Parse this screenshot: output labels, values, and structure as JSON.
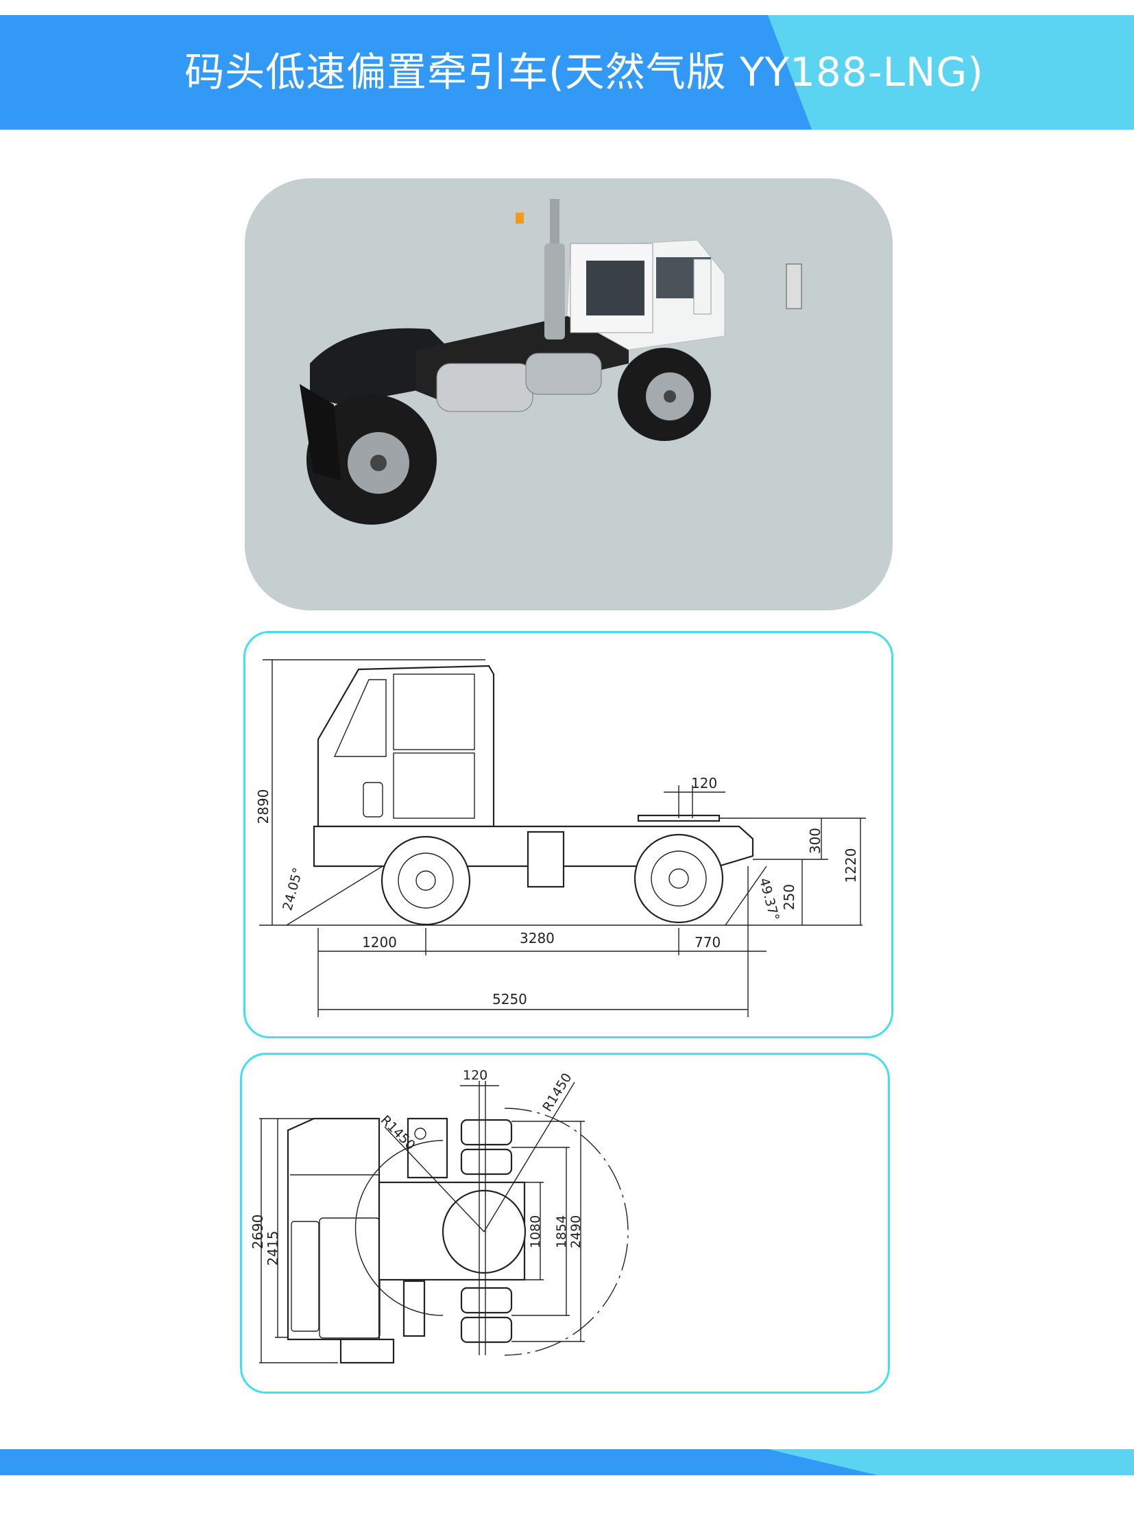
{
  "header": {
    "title": "码头低速偏置牵引车(天然气版 YY188-LNG)"
  },
  "colors": {
    "primary_blue": "#3399f7",
    "accent_cyan": "#5ad4f0",
    "panel_border": "#3fe0f2",
    "photo_bg": "#c5cfd0"
  },
  "side_view": {
    "height_total": "2890",
    "front_overhang": "1200",
    "wheelbase": "3280",
    "rear_overhang": "770",
    "length_total": "5250",
    "fifth_wheel_offset": "120",
    "fifth_wheel_lift": "300",
    "frame_rear_height": "250",
    "fifth_wheel_height": "1220",
    "approach_angle": "24.05°",
    "departure_angle": "49.37°"
  },
  "top_view": {
    "width_total": "2690",
    "cab_width": "2415",
    "fifth_wheel_offset": "120",
    "radius_front": "R1450",
    "radius_rear": "R1450",
    "fifth_wheel_width": "1080",
    "rear_track": "1854",
    "rear_width": "2490"
  }
}
